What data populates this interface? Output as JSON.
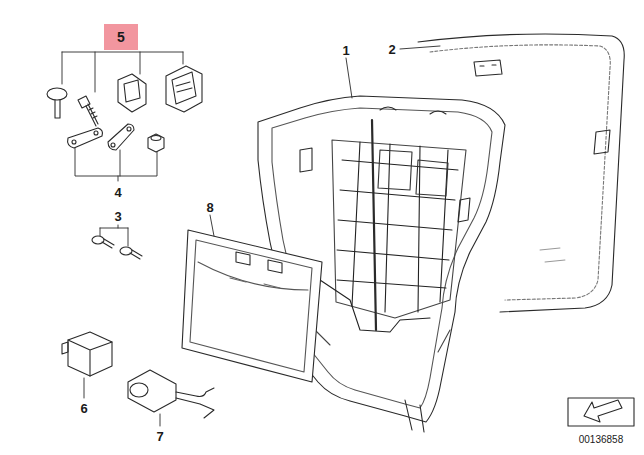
{
  "diagram": {
    "nodes": [
      {
        "text": [
          "5"
        ]
      }
    ],
    "labels": [
      "1",
      "2",
      "4",
      "8",
      "3",
      "6",
      "7",
      "00136858"
    ]
  }
}
